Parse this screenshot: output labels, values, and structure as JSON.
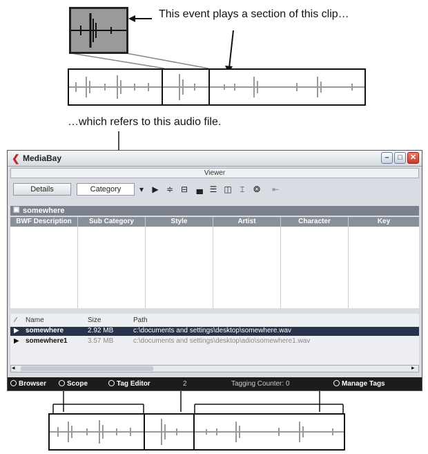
{
  "annotations": {
    "top": "This event plays a section of this clip…",
    "middle": "…which refers to this audio file."
  },
  "window": {
    "title": "MediaBay",
    "logo_icon": "cubase-logo-icon",
    "viewer_label": "Viewer",
    "tabs": [
      {
        "label": "Details"
      },
      {
        "label": "Category"
      }
    ],
    "folder_name": "somewhere",
    "columns": [
      "BWF Description",
      "Sub Category",
      "Style",
      "Artist",
      "Character",
      "Key"
    ],
    "list_headers": {
      "name": "Name",
      "size": "Size",
      "path": "Path"
    },
    "files": [
      {
        "name": "somewhere",
        "size": "2.92 MB",
        "path": "c:\\documents and settings\\desktop\\somewhere.wav",
        "selected": true
      },
      {
        "name": "somewhere1",
        "size": "3.57 MB",
        "path": "c:\\documents and settings\\desktop\\adio\\somewhere1.wav",
        "selected": false
      }
    ],
    "status": {
      "browser": "Browser",
      "scope": "Scope",
      "tag_editor": "Tag Editor",
      "count": "2",
      "tagging_counter": "Tagging Counter: 0",
      "manage_tags": "Manage Tags"
    }
  },
  "colors": {
    "selected_row": "#27324b",
    "column_header": "#8a909a",
    "status_bar": "#1c1c1c",
    "close_button": "#c43b2a"
  }
}
